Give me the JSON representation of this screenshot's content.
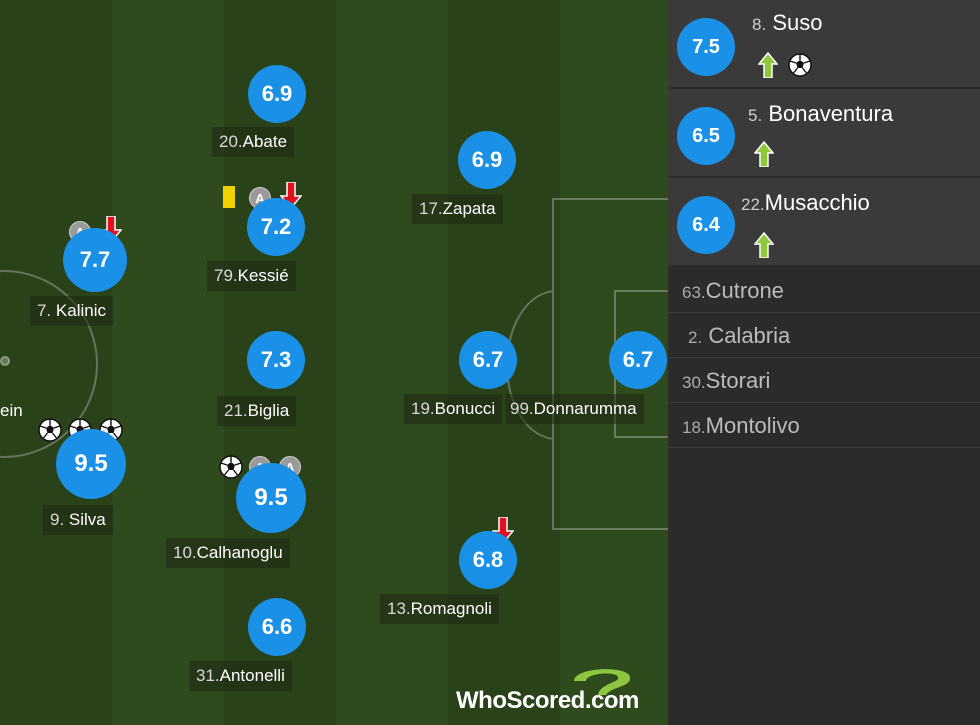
{
  "pitch_players": [
    {
      "id": "abate",
      "rating": "6.9",
      "num": "20.",
      "name": "Abate"
    },
    {
      "id": "zapata",
      "rating": "6.9",
      "num": "17.",
      "name": "Zapata"
    },
    {
      "id": "kessie",
      "rating": "7.2",
      "num": "79.",
      "name": "Kessié"
    },
    {
      "id": "kalinic",
      "rating": "7.7",
      "num": "7. ",
      "name": "Kalinic"
    },
    {
      "id": "biglia",
      "rating": "7.3",
      "num": "21.",
      "name": "Biglia"
    },
    {
      "id": "bonucci",
      "rating": "6.7",
      "num": "19.",
      "name": "Bonucci"
    },
    {
      "id": "donnarumma",
      "rating": "6.7",
      "num": "99.",
      "name": "Donnarumma"
    },
    {
      "id": "silva",
      "rating": "9.5",
      "num": "9. ",
      "name": "Silva"
    },
    {
      "id": "calhanoglu",
      "rating": "9.5",
      "num": "10.",
      "name": "Calhanoglu"
    },
    {
      "id": "romagnoli",
      "rating": "6.8",
      "num": "13.",
      "name": "Romagnoli"
    },
    {
      "id": "antonelli",
      "rating": "6.6",
      "num": "31.",
      "name": "Antonelli"
    }
  ],
  "cut_off_name": "ein",
  "assist_badge": "A",
  "substitutes": [
    {
      "rating": "7.5",
      "num": "8.",
      "name": "Suso"
    },
    {
      "rating": "6.5",
      "num": "5.",
      "name": "Bonaventura"
    },
    {
      "rating": "6.4",
      "num": "22.",
      "name": "Musacchio"
    }
  ],
  "bench": [
    {
      "num": "63.",
      "name": "Cutrone"
    },
    {
      "num": "2.",
      "name": "Calabria"
    },
    {
      "num": "30.",
      "name": "Storari"
    },
    {
      "num": "18.",
      "name": "Montolivo"
    }
  ],
  "logo": {
    "text_who": "WhoScored",
    "text_com": ".com"
  },
  "colors": {
    "rating_bubble": "#1a91e6",
    "sub_on": "#8fc83c",
    "sub_off": "#e0101e",
    "yellow_card": "#f2d100",
    "logo_green": "#8dc63f"
  }
}
